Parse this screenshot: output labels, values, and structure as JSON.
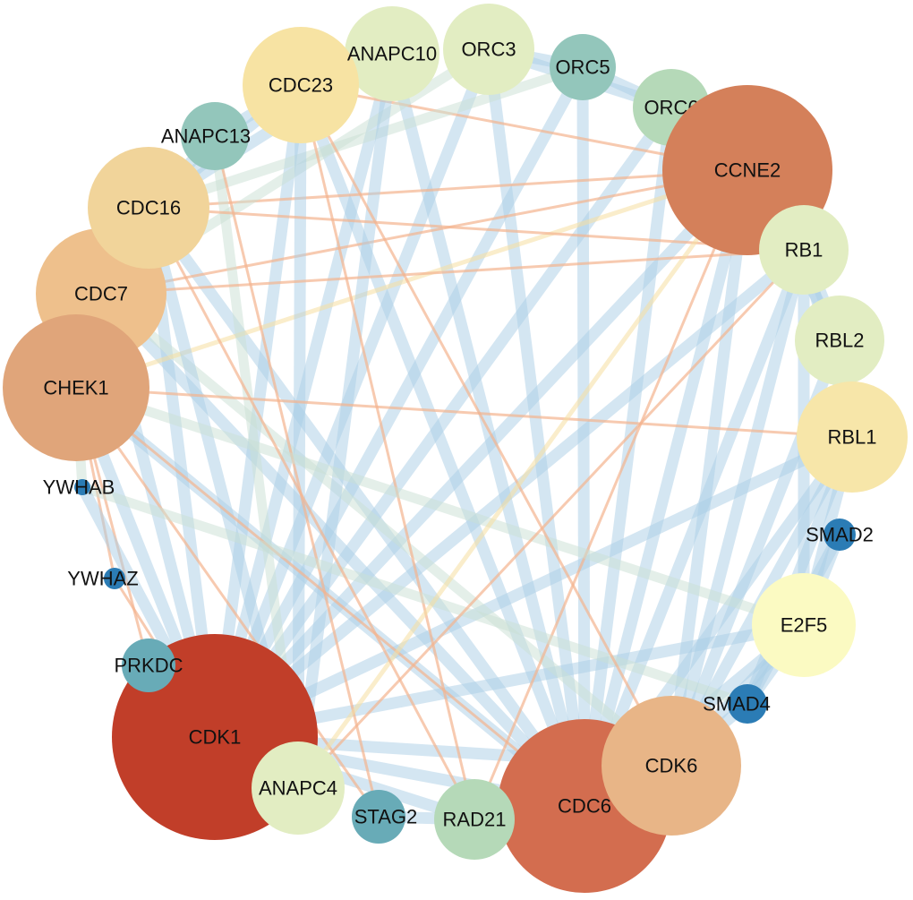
{
  "title": "",
  "edge_colors": {
    "b": "#a9cde6",
    "g": "#c9e0d4",
    "o": "#f4b48e",
    "y": "#f6dfa0"
  },
  "nodes": [
    {
      "id": "ORC6",
      "label": "ORC6",
      "color": "#b5d9b8"
    },
    {
      "id": "ANAPC10",
      "label": "ANAPC10",
      "color": "#e2edc2"
    },
    {
      "id": "ORC3",
      "label": "ORC3",
      "color": "#e2edc2"
    },
    {
      "id": "ORC5",
      "label": "ORC5",
      "color": "#93c6bb"
    },
    {
      "id": "CCNE2",
      "label": "CCNE2",
      "color": "#d4805a"
    },
    {
      "id": "RB1",
      "label": "RB1",
      "color": "#e2edc2"
    },
    {
      "id": "RBL2",
      "label": "RBL2",
      "color": "#e2edc2"
    },
    {
      "id": "RBL1",
      "label": "RBL1",
      "color": "#f7e6a9"
    },
    {
      "id": "SMAD2",
      "label": "SMAD2",
      "color": "#2b7cb5"
    },
    {
      "id": "E2F5",
      "label": "E2F5",
      "color": "#fbfac2"
    },
    {
      "id": "SMAD4",
      "label": "SMAD4",
      "color": "#2b7cb5"
    },
    {
      "id": "CDC6",
      "label": "CDC6",
      "color": "#d36d4f"
    },
    {
      "id": "CDK6",
      "label": "CDK6",
      "color": "#e8b587"
    },
    {
      "id": "RAD21",
      "label": "RAD21",
      "color": "#b5d9b8"
    },
    {
      "id": "STAG2",
      "label": "STAG2",
      "color": "#68abb7"
    },
    {
      "id": "CDK1",
      "label": "CDK1",
      "color": "#c13e29"
    },
    {
      "id": "ANAPC4",
      "label": "ANAPC4",
      "color": "#e2edc2"
    },
    {
      "id": "PRKDC",
      "label": "PRKDC",
      "color": "#68abb7"
    },
    {
      "id": "YWHAZ",
      "label": "YWHAZ",
      "color": "#2b7cb5"
    },
    {
      "id": "YWHAB",
      "label": "YWHAB",
      "color": "#2b7cb5"
    },
    {
      "id": "CDC7",
      "label": "CDC7",
      "color": "#eec08c"
    },
    {
      "id": "CHEK1",
      "label": "CHEK1",
      "color": "#e0a57a"
    },
    {
      "id": "CDC16",
      "label": "CDC16",
      "color": "#f1d49a"
    },
    {
      "id": "ANAPC13",
      "label": "ANAPC13",
      "color": "#93c6bb"
    },
    {
      "id": "CDC23",
      "label": "CDC23",
      "color": "#f7e3a3"
    }
  ],
  "edges": [
    [
      "CDK1",
      "CDC6",
      "b"
    ],
    [
      "CDK1",
      "CCNE2",
      "b"
    ],
    [
      "CDK1",
      "ORC3",
      "b"
    ],
    [
      "CDK1",
      "ORC5",
      "b"
    ],
    [
      "CDK1",
      "ANAPC10",
      "b"
    ],
    [
      "CDK1",
      "CDC23",
      "b"
    ],
    [
      "CDK1",
      "CDC16",
      "b"
    ],
    [
      "CDK1",
      "CHEK1",
      "b"
    ],
    [
      "CDK1",
      "RB1",
      "b"
    ],
    [
      "CDK1",
      "RBL1",
      "b"
    ],
    [
      "CDK1",
      "E2F5",
      "b"
    ],
    [
      "CDK1",
      "CDK6",
      "b"
    ],
    [
      "CDK1",
      "RAD21",
      "b"
    ],
    [
      "CDK1",
      "CDC7",
      "b"
    ],
    [
      "CDK1",
      "ORC6",
      "b"
    ],
    [
      "CDC6",
      "ORC3",
      "b"
    ],
    [
      "CDC6",
      "ORC5",
      "b"
    ],
    [
      "CDC6",
      "ORC6",
      "b"
    ],
    [
      "CDC6",
      "CCNE2",
      "b"
    ],
    [
      "CDC6",
      "CDC23",
      "b"
    ],
    [
      "CDC6",
      "CDC16",
      "b"
    ],
    [
      "CDC6",
      "CDC7",
      "b"
    ],
    [
      "CDC6",
      "CHEK1",
      "b"
    ],
    [
      "CDC6",
      "ANAPC10",
      "b"
    ],
    [
      "CDC6",
      "RB1",
      "b"
    ],
    [
      "CDC6",
      "RBL1",
      "b"
    ],
    [
      "CDC6",
      "E2F5",
      "b"
    ],
    [
      "CDK6",
      "RB1",
      "b"
    ],
    [
      "CDK6",
      "RBL2",
      "b"
    ],
    [
      "CDK6",
      "RBL1",
      "b"
    ],
    [
      "CDK6",
      "CCNE2",
      "b"
    ],
    [
      "CDK6",
      "E2F5",
      "b"
    ],
    [
      "CDK6",
      "SMAD4",
      "b"
    ],
    [
      "CDK6",
      "CDC7",
      "g"
    ],
    [
      "CCNE2",
      "RB1",
      "b"
    ],
    [
      "CCNE2",
      "RBL2",
      "b"
    ],
    [
      "CCNE2",
      "CDC7",
      "o"
    ],
    [
      "CCNE2",
      "CHEK1",
      "y"
    ],
    [
      "CCNE2",
      "CDC16",
      "o"
    ],
    [
      "CCNE2",
      "CDC23",
      "o"
    ],
    [
      "ORC3",
      "ORC5",
      "b"
    ],
    [
      "ORC3",
      "ORC6",
      "b"
    ],
    [
      "ORC5",
      "ORC6",
      "b"
    ],
    [
      "ORC3",
      "CDC7",
      "g"
    ],
    [
      "ORC5",
      "CDC16",
      "g"
    ],
    [
      "ANAPC10",
      "CDC16",
      "b"
    ],
    [
      "ANAPC10",
      "CDC23",
      "b"
    ],
    [
      "ANAPC13",
      "CDC16",
      "b"
    ],
    [
      "ANAPC4",
      "CDC23",
      "b"
    ],
    [
      "ANAPC4",
      "CDC16",
      "b"
    ],
    [
      "ANAPC4",
      "ANAPC10",
      "b"
    ],
    [
      "ANAPC4",
      "ANAPC13",
      "g"
    ],
    [
      "CDC7",
      "CHEK1",
      "b"
    ],
    [
      "CHEK1",
      "RBL1",
      "o"
    ],
    [
      "CHEK1",
      "CDC6",
      "o"
    ],
    [
      "CHEK1",
      "PRKDC",
      "o"
    ],
    [
      "CHEK1",
      "YWHAB",
      "g"
    ],
    [
      "CHEK1",
      "YWHAZ",
      "o"
    ],
    [
      "CHEK1",
      "STAG2",
      "o"
    ],
    [
      "PRKDC",
      "CDK1",
      "g"
    ],
    [
      "RAD21",
      "STAG2",
      "b"
    ],
    [
      "RAD21",
      "CDC23",
      "o"
    ],
    [
      "RAD21",
      "CCNE2",
      "o"
    ],
    [
      "STAG2",
      "ANAPC13",
      "o"
    ],
    [
      "E2F5",
      "SMAD4",
      "b"
    ],
    [
      "E2F5",
      "SMAD2",
      "b"
    ],
    [
      "E2F5",
      "RBL1",
      "b"
    ],
    [
      "E2F5",
      "RB1",
      "b"
    ],
    [
      "SMAD2",
      "SMAD4",
      "b"
    ],
    [
      "SMAD4",
      "RBL1",
      "b"
    ],
    [
      "RBL1",
      "RB1",
      "b"
    ],
    [
      "RBL2",
      "RB1",
      "b"
    ],
    [
      "E2F5",
      "CHEK1",
      "g"
    ],
    [
      "SMAD4",
      "YWHAB",
      "g"
    ],
    [
      "CDC16",
      "RB1",
      "o"
    ],
    [
      "CDC7",
      "RB1",
      "o"
    ],
    [
      "CDC23",
      "CDK6",
      "o"
    ],
    [
      "ANAPC4",
      "RB1",
      "o"
    ],
    [
      "ANAPC4",
      "CCNE2",
      "y"
    ],
    [
      "CDK1",
      "YWHAB",
      "b"
    ],
    [
      "CDK1",
      "YWHAZ",
      "o"
    ],
    [
      "CDC16",
      "CDC7",
      "b"
    ],
    [
      "CDC23",
      "CDC16",
      "b"
    ],
    [
      "ANAPC13",
      "CDC23",
      "b"
    ],
    [
      "CDC16",
      "RAD21",
      "o"
    ]
  ]
}
